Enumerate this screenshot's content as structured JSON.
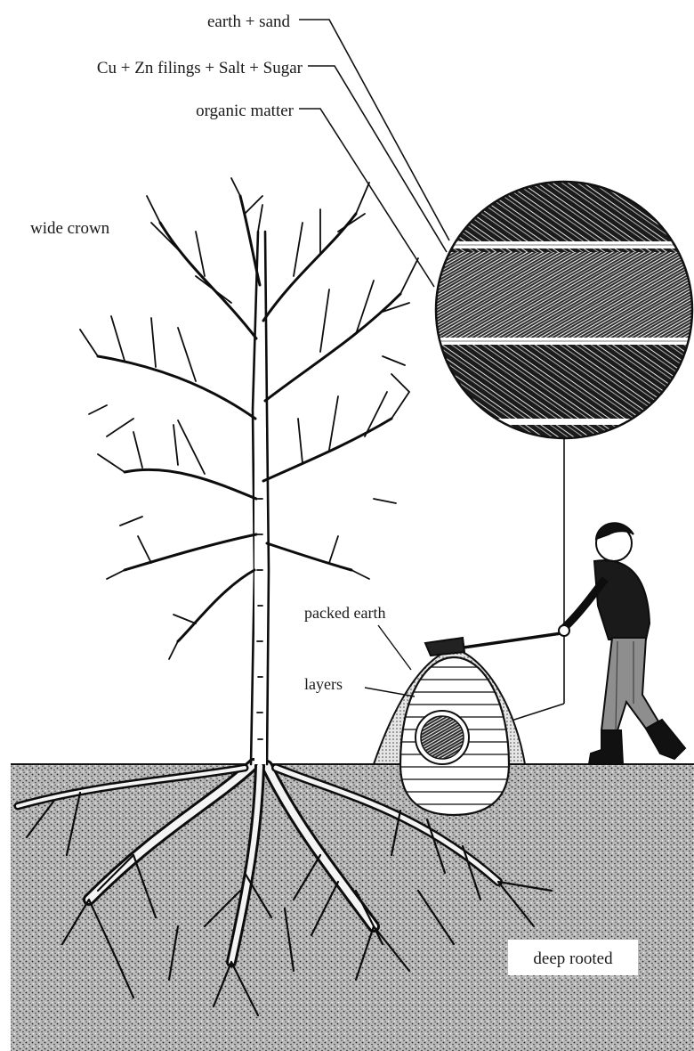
{
  "labels": {
    "earth_sand": "earth + sand",
    "mixture": "Cu + Zn filings + Salt + Sugar",
    "organic": "organic matter",
    "wide_crown": "wide crown",
    "packed_earth": "packed earth",
    "layers": "layers",
    "deep_rooted": "deep rooted"
  },
  "icons": {
    "tree": "tree-illustration",
    "roots": "roots-illustration",
    "layer_magnifier": "layer-cross-section-magnifier",
    "mound": "compost-mound",
    "gardener": "person-with-shovel"
  },
  "colors": {
    "ink": "#111111",
    "paper": "#ffffff",
    "soil": "#9a9a9a"
  }
}
